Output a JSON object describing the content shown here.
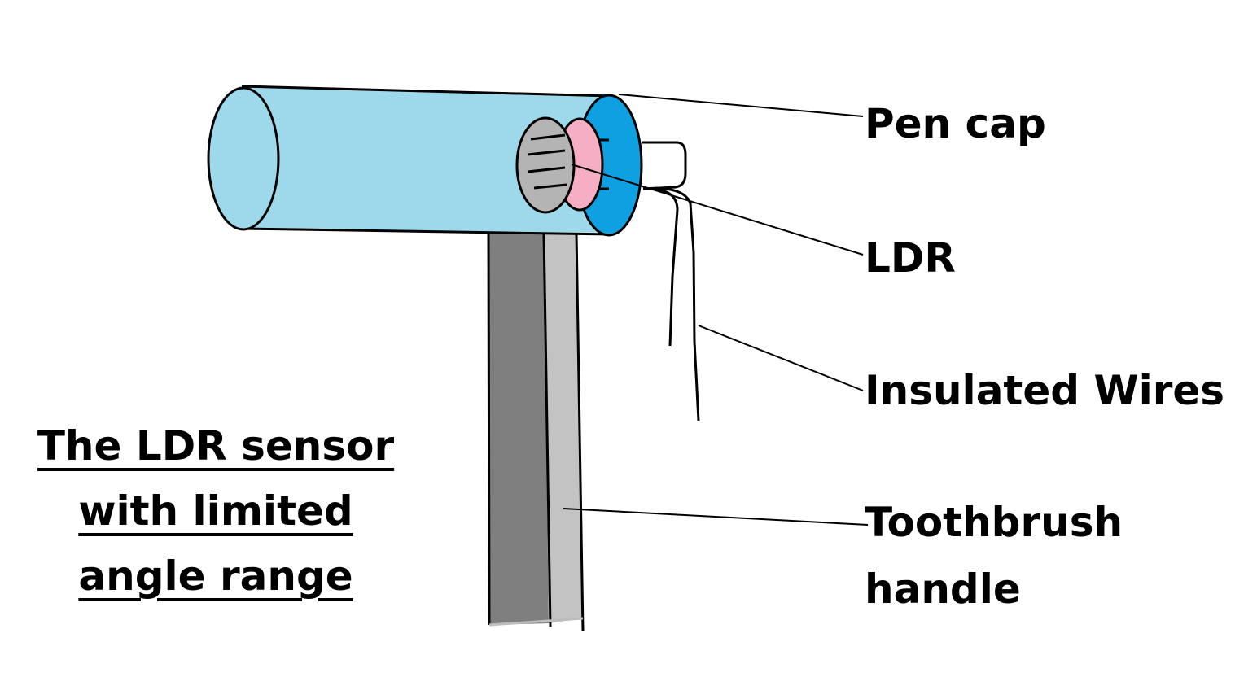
{
  "labels": {
    "pen_cap": "Pen cap",
    "ldr": "LDR",
    "insulated_wires": "Insulated Wires",
    "toothbrush_line1": "Toothbrush",
    "toothbrush_line2": "handle"
  },
  "caption": {
    "line1": "The LDR sensor",
    "line2": "with limited",
    "line3": "angle range"
  },
  "colors": {
    "pen_cap_body": "#9dd9ea",
    "pen_cap_rim": "#0ea0e0",
    "ldr_ring": "#f6aec4",
    "ldr_face": "#b4b4b4",
    "handle_dark": "#7f7f7f",
    "handle_light": "#c3c3c3",
    "outline": "#000000",
    "background": "#ffffff"
  }
}
